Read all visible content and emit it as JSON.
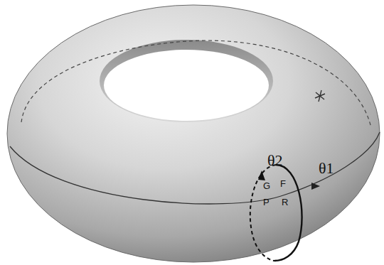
{
  "diagram": {
    "labels": [
      "θ2",
      "θ1",
      "G",
      "F",
      "P",
      "R"
    ]
  }
}
